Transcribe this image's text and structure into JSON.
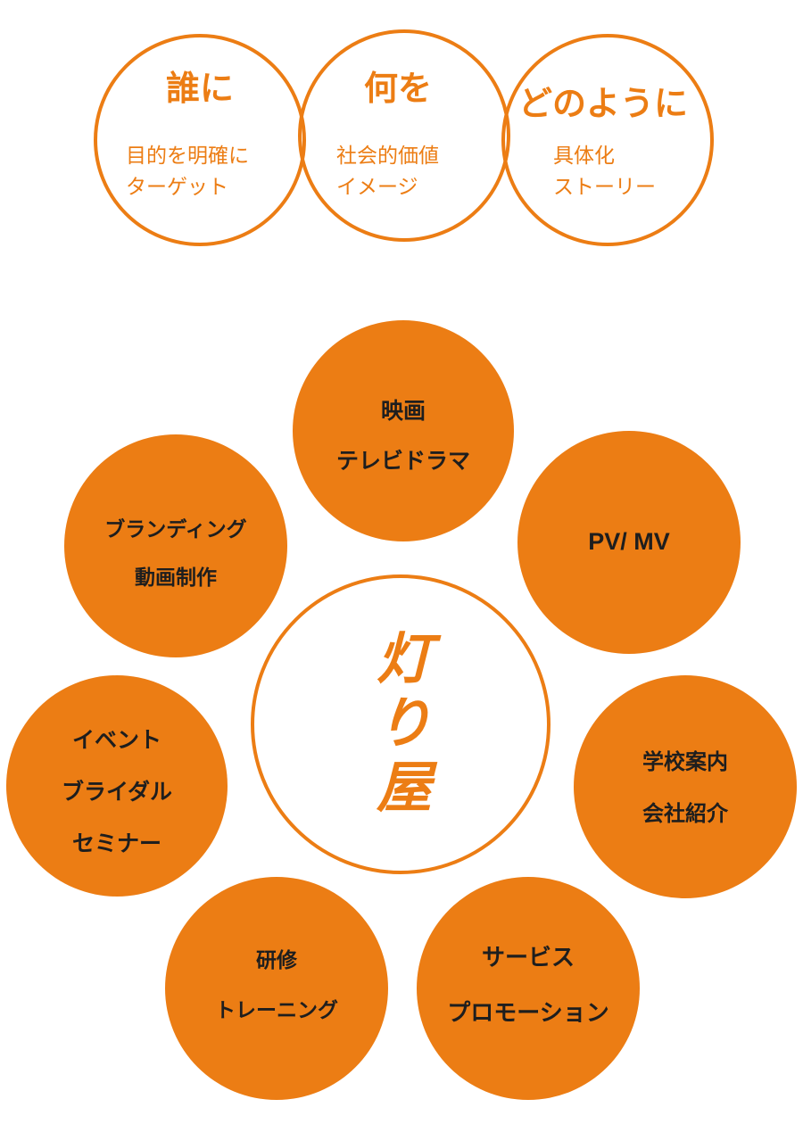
{
  "accent_color": "#ec7d14",
  "text_color": "#1e1e1e",
  "top_circles": [
    {
      "heading": "誰に",
      "lines": [
        "目的を明確に",
        "ターゲット"
      ]
    },
    {
      "heading": "何を",
      "lines": [
        "社会的価値",
        "イメージ"
      ]
    },
    {
      "heading": "どのように",
      "lines": [
        "具体化",
        "ストーリー"
      ]
    }
  ],
  "center": {
    "brand_chars": [
      "灯",
      "り",
      "屋"
    ]
  },
  "services": {
    "film": [
      "映画",
      "テレビドラマ"
    ],
    "branding": [
      "ブランディング",
      "動画制作"
    ],
    "pv": [
      "PV/ MV"
    ],
    "event": [
      "イベント",
      "ブライダル",
      "セミナー"
    ],
    "school": [
      "学校案内",
      "会社紹介"
    ],
    "training": [
      "研修",
      "トレーニング"
    ],
    "service": [
      "サービス",
      "プロモーション"
    ]
  }
}
